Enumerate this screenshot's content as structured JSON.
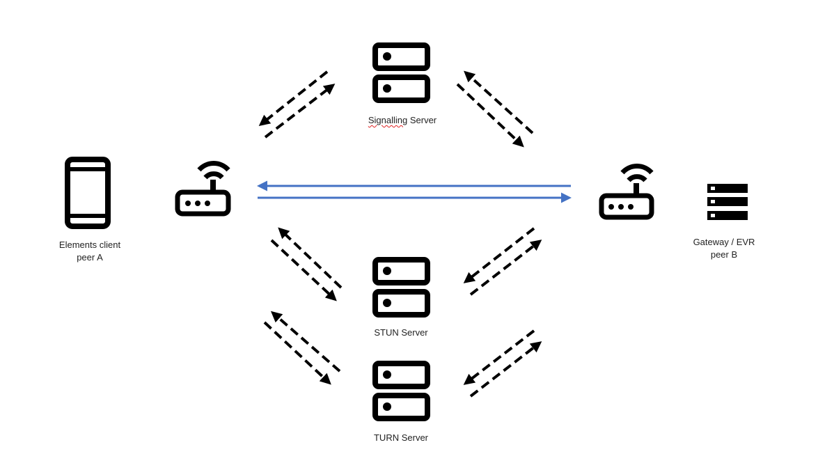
{
  "nodes": {
    "client": {
      "line1": "Elements client",
      "line2": "peer A"
    },
    "signalling": {
      "word1": "Signalling",
      "word2": " Server"
    },
    "stun": {
      "label": "STUN Server"
    },
    "turn": {
      "label": "TURN Server"
    },
    "gateway": {
      "line1": "Gateway / EVR",
      "line2": "peer B"
    }
  },
  "colors": {
    "media_link": "#4472C4",
    "signal_link": "#000000"
  }
}
